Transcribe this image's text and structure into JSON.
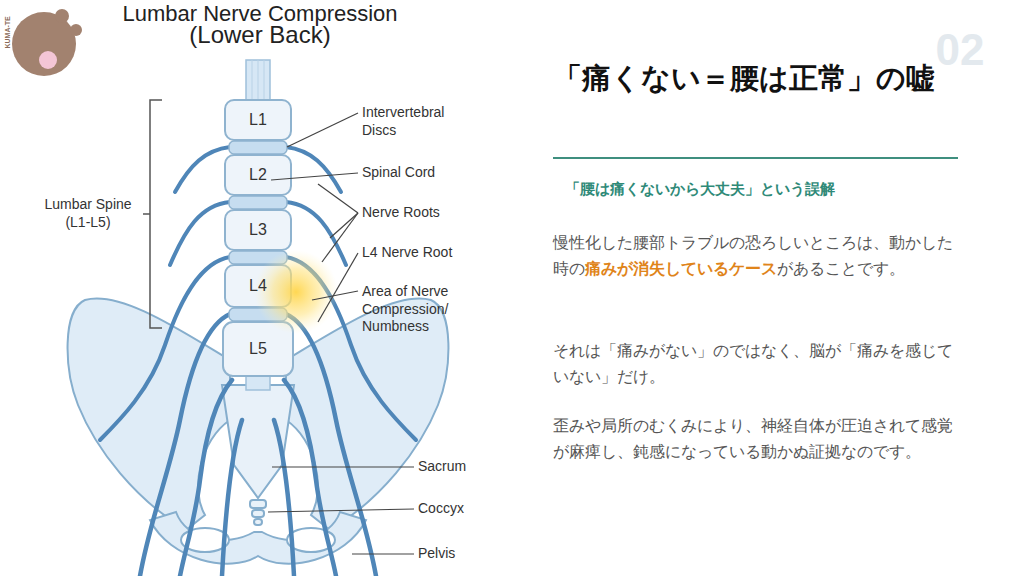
{
  "diagram": {
    "title": "「痛くない＝腰は正常」の嘘",
    "labels": [
      "Lumbar Nerve Compression",
      "(Lower Back)",
      "KUMA-TE",
      "02",
      "L1",
      "L2",
      "L3",
      "L4",
      "L5",
      "Lumbar Spine (L1-L5)",
      "Intervertebral Discs",
      "Spinal Cord",
      "Nerve Roots",
      "L4 Nerve Root",
      "Area of Nerve Compression/ Numbness",
      "Sacrum",
      "Coccyx",
      "Pelvis",
      "「腰は痛くないから大丈夫」という誤解",
      "慢性化した腰部トラブルの恐ろしいところは、動かした時の",
      "痛みが消失しているケース",
      "があることです。",
      "それは「痛みがない」のではなく、脳が「痛みを感じていない」だけ。",
      "歪みや局所のむくみにより、神経自体が圧迫されて感覚が麻痺し、鈍感になっている動かぬ証拠なのです。"
    ]
  }
}
